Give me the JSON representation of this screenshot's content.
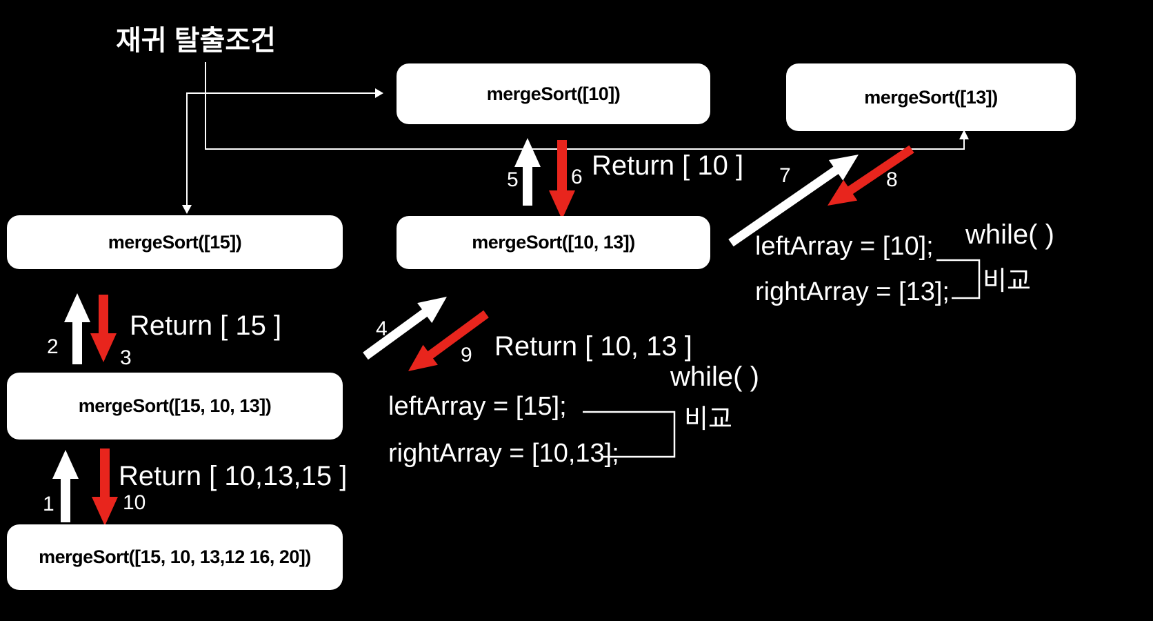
{
  "title": "재귀 탈출조건",
  "boxes": {
    "merge_10": "mergeSort([10])",
    "merge_13": "mergeSort([13])",
    "merge_15": "mergeSort([15])",
    "merge_10_13": "mergeSort([10, 13])",
    "merge_15_10_13": "mergeSort([15, 10, 13])",
    "merge_full": "mergeSort([15, 10, 13,12 16, 20])"
  },
  "returns": {
    "r10": "Return [ 10 ]",
    "r15": "Return [ 15 ]",
    "r10_13": "Return [ 10, 13 ]",
    "r10_13_15": "Return [ 10,13,15 ]"
  },
  "steps": {
    "s1": "1",
    "s2": "2",
    "s3": "3",
    "s4": "4",
    "s5": "5",
    "s6": "6",
    "s7": "7",
    "s8": "8",
    "s9": "9",
    "s10": "10"
  },
  "annotations": {
    "mid": {
      "left_line": "leftArray = [15];",
      "right_line": "rightArray = [10,13];",
      "while_label": "while( )",
      "compare_label": "비교"
    },
    "right": {
      "left_line": "leftArray = [10];",
      "right_line": "rightArray = [13];",
      "while_label": "while( )",
      "compare_label": "비교"
    }
  },
  "colors": {
    "background": "#000000",
    "box_background": "#ffffff",
    "box_text": "#000000",
    "call_arrow": "#ffffff",
    "return_arrow": "#e8251d",
    "connector_line": "#ffffff"
  }
}
